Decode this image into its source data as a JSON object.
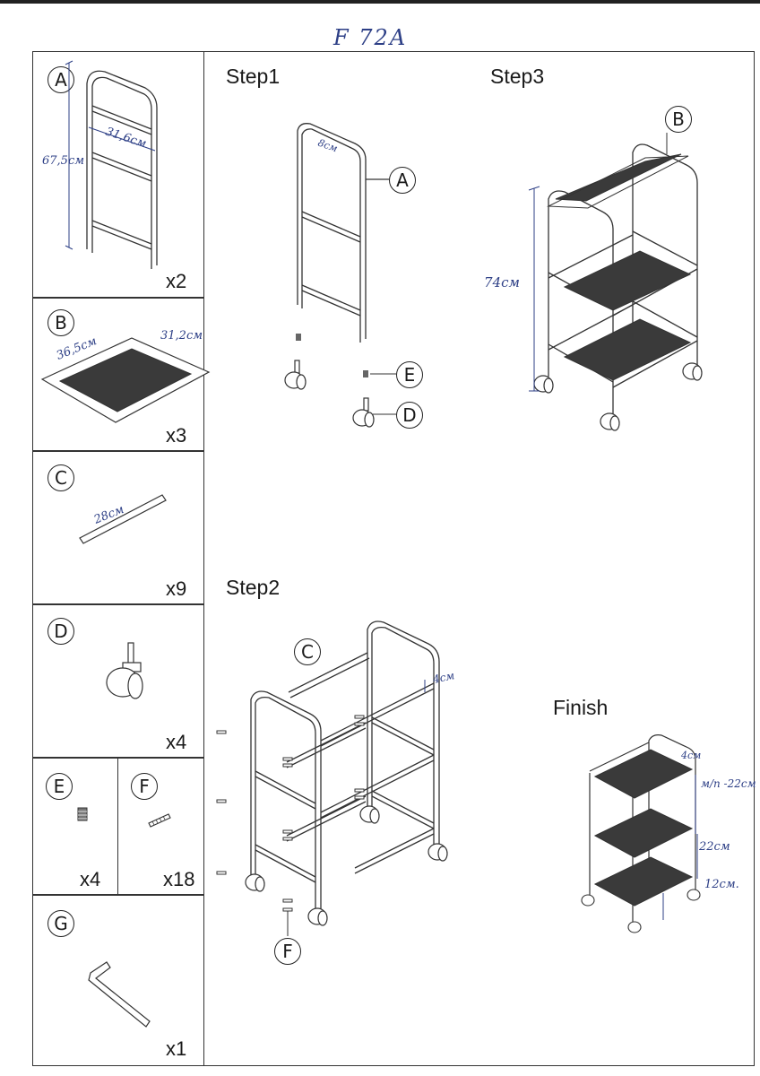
{
  "header": {
    "model_code": "F 72A"
  },
  "parts": [
    {
      "id": "A",
      "qty": "x2",
      "dims": [
        "31,6см",
        "67,5см"
      ]
    },
    {
      "id": "B",
      "qty": "x3",
      "dims": [
        "36,5см",
        "31,2см"
      ]
    },
    {
      "id": "C",
      "qty": "x9",
      "dims": [
        "28см"
      ]
    },
    {
      "id": "D",
      "qty": "x4"
    },
    {
      "id": "E",
      "qty": "x4"
    },
    {
      "id": "F",
      "qty": "x18"
    },
    {
      "id": "G",
      "qty": "x1"
    }
  ],
  "steps": {
    "step1": {
      "title": "Step1",
      "callouts": [
        "A",
        "E",
        "D"
      ],
      "dim": "8см"
    },
    "step2": {
      "title": "Step2",
      "callouts": [
        "C",
        "F"
      ],
      "dim": "4см"
    },
    "step3": {
      "title": "Step3",
      "callouts": [
        "B"
      ],
      "dim": "74см"
    },
    "finish": {
      "title": "Finish",
      "dims": [
        "4см",
        "м/п -22см",
        "22см",
        "12см."
      ]
    }
  }
}
